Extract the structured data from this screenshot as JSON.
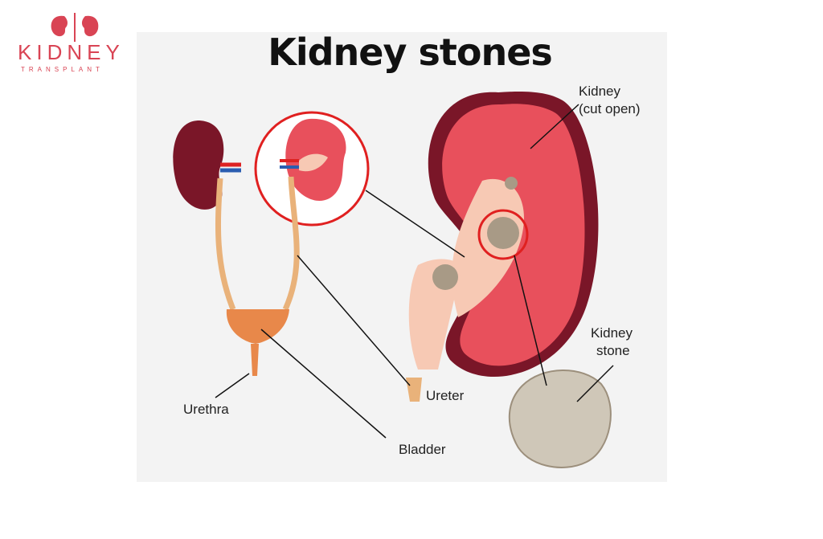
{
  "logo": {
    "word": "KIDNEY",
    "subword": "TRANSPLANT",
    "accent": "#d94454"
  },
  "title": "Kidney stones",
  "labels": {
    "kidney_cut_open_line1": "Kidney",
    "kidney_cut_open_line2": "(cut open)",
    "kidney_stone_line1": "Kidney",
    "kidney_stone_line2": "stone",
    "ureter": "Ureter",
    "urethra": "Urethra",
    "bladder": "Bladder"
  },
  "colors": {
    "kidney_dark": "#7a1628",
    "kidney_red": "#e8505c",
    "tissue_light": "#f7c9b4",
    "ureter": "#e9b27a",
    "bladder": "#e8884a",
    "highlight_circle": "#e02020",
    "stone": "#cfc7b8"
  }
}
